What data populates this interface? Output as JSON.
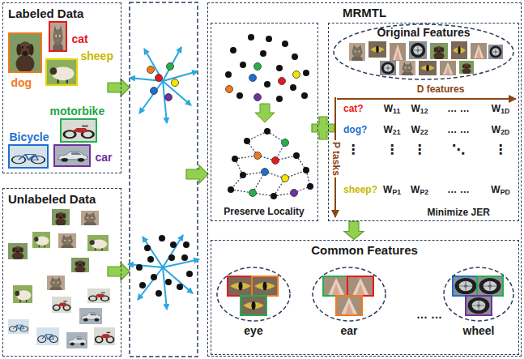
{
  "diagram": {
    "nodes": [
      {
        "text": [
          "Labeled Data"
        ]
      },
      {
        "text": [
          "cat"
        ],
        "in": 0
      },
      {
        "text": [
          "dog"
        ],
        "in": 0
      },
      {
        "text": [
          "sheep"
        ],
        "in": 0
      },
      {
        "text": [
          "motorbike"
        ],
        "in": 0
      },
      {
        "text": [
          "Bicycle"
        ],
        "in": 0
      },
      {
        "text": [
          "car"
        ],
        "in": 0
      },
      {
        "text": [
          "Unlabeled Data"
        ]
      },
      {
        "text": [
          "MRMTL"
        ]
      },
      {
        "text": [
          "Preserve Locality"
        ],
        "in": 8
      },
      {
        "text": [
          "Minimize JER"
        ],
        "in": 8
      },
      {
        "text": [
          "Original Features"
        ],
        "in": 10
      },
      {
        "text": [
          "Common Features"
        ],
        "in": 8
      },
      {
        "text": [
          "eye"
        ],
        "in": 12
      },
      {
        "text": [
          "ear"
        ],
        "in": 12
      },
      {
        "text": [
          "wheel"
        ],
        "in": 12
      }
    ],
    "edges": [
      {
        "from": 10,
        "to": 12,
        "arrow": "to"
      }
    ],
    "labels": [
      "D features",
      "cat?",
      "W11",
      "W12",
      "… …",
      "W1D",
      "dog?",
      "W21",
      "W22",
      "… …",
      "W2D",
      "⋮",
      "⋮",
      "⋮",
      "⋱",
      "⋮",
      "sheep?",
      "WP1",
      "WP2",
      "… …",
      "WPD",
      "P tasks",
      "… …"
    ]
  }
}
